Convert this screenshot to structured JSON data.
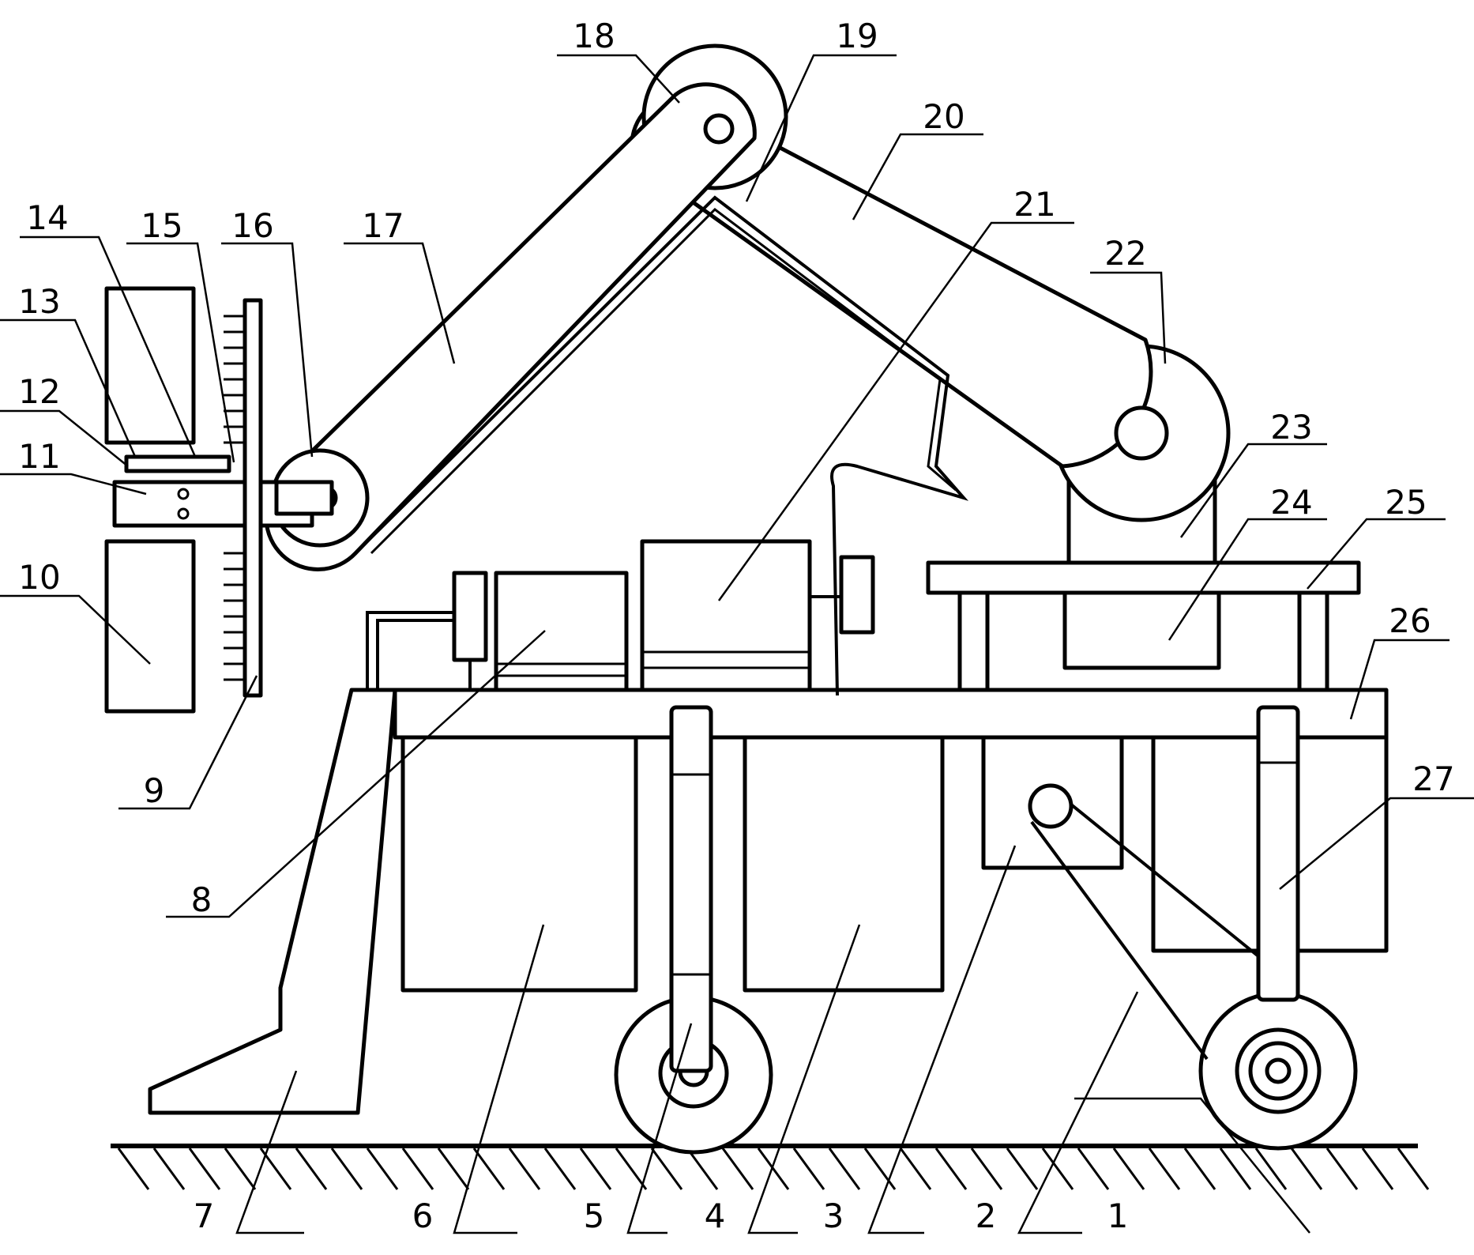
{
  "labels": [
    {
      "id": "1"
    },
    {
      "id": "2"
    },
    {
      "id": "3"
    },
    {
      "id": "4"
    },
    {
      "id": "5"
    },
    {
      "id": "6"
    },
    {
      "id": "7"
    },
    {
      "id": "8"
    },
    {
      "id": "9"
    },
    {
      "id": "10"
    },
    {
      "id": "11"
    },
    {
      "id": "12"
    },
    {
      "id": "13"
    },
    {
      "id": "14"
    },
    {
      "id": "15"
    },
    {
      "id": "16"
    },
    {
      "id": "17"
    },
    {
      "id": "18"
    },
    {
      "id": "19"
    },
    {
      "id": "20"
    },
    {
      "id": "21"
    },
    {
      "id": "22"
    },
    {
      "id": "23"
    },
    {
      "id": "24"
    },
    {
      "id": "25"
    },
    {
      "id": "26"
    },
    {
      "id": "27"
    }
  ],
  "colors": {
    "line": "#000000",
    "background": "#ffffff"
  }
}
